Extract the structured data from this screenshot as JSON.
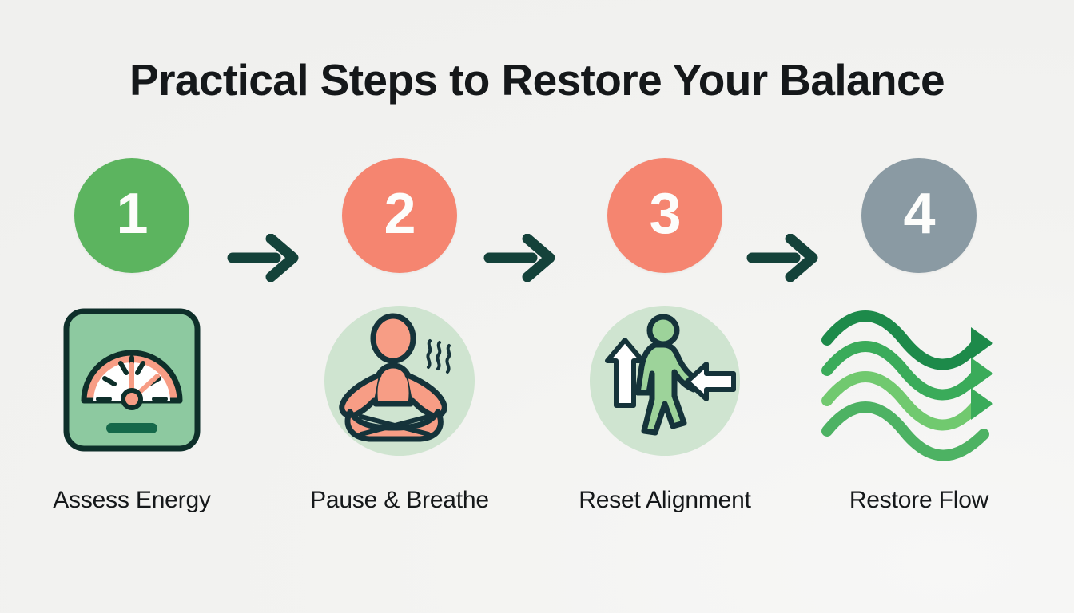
{
  "page": {
    "title": "Practical Steps to Restore Your Balance",
    "background_color": "#f2f2f0",
    "text_color": "#15181a"
  },
  "colors": {
    "step1_circle": "#5cb45f",
    "step2_circle": "#f58570",
    "step3_circle": "#f58570",
    "step4_circle": "#8a9aa3",
    "arrow": "#14423a",
    "outline_dark": "#0e2f2a",
    "mint_panel": "#8dc9a0",
    "mint_circle": "#cfe4d0",
    "coral": "#f79d85",
    "figure_green": "#9dd39a",
    "flow_dark_green": "#1d8a4a",
    "flow_mid_green": "#3aab5a",
    "flow_light_green": "#71c96f",
    "numeral_text": "#fdfdfb"
  },
  "steps": [
    {
      "number": "1",
      "label": "Assess Energy",
      "circle_color": "#5cb45f",
      "icon_name": "energy-gauge-icon"
    },
    {
      "number": "2",
      "label": "Pause & Breathe",
      "circle_color": "#f58570",
      "icon_name": "meditation-lotus-icon"
    },
    {
      "number": "3",
      "label": "Reset Alignment",
      "circle_color": "#f58570",
      "icon_name": "walking-person-alignment-icon"
    },
    {
      "number": "4",
      "label": "Restore Flow",
      "circle_color": "#8a9aa3",
      "icon_name": "flow-waves-icon"
    }
  ],
  "connectors": [
    {
      "icon_name": "arrow-right-icon",
      "color": "#14423a"
    },
    {
      "icon_name": "arrow-right-icon",
      "color": "#14423a"
    },
    {
      "icon_name": "arrow-right-icon",
      "color": "#14423a"
    }
  ]
}
